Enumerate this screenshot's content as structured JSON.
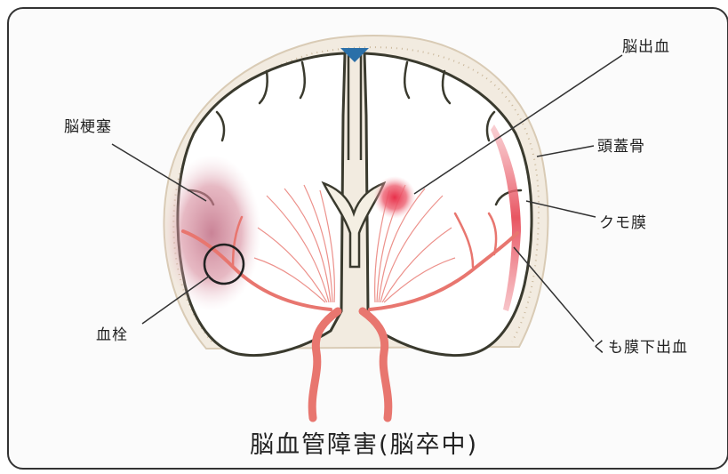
{
  "labels": {
    "cerebral_infarction": "脳梗塞",
    "thrombus": "血栓",
    "cerebral_hemorrhage": "脳出血",
    "skull": "頭蓋骨",
    "arachnoid": "クモ膜",
    "subarachnoid_hemorrhage": "くも膜下出血"
  },
  "caption": "脳血管障害(脳卒中)",
  "colors": {
    "vessel": "#e8766f",
    "vessel_dark": "#d4544e",
    "brain_outline": "#3a3a2e",
    "skull": "#e7ddcf",
    "infarct": "#c97a8a",
    "hemorrhage": "#e84a5a",
    "ventricle": "#2a6fa8",
    "background": "#fbfbfb"
  }
}
